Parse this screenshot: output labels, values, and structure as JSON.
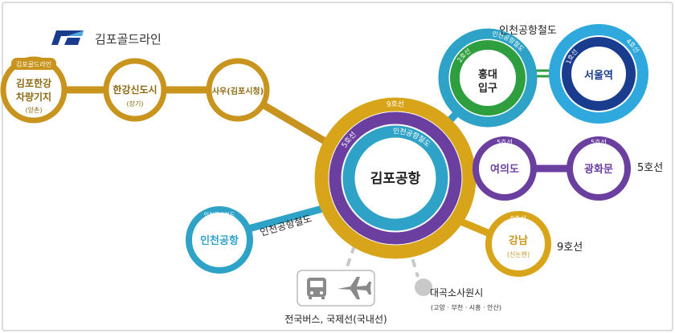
{
  "brand": {
    "name": "김포골드라인",
    "logo_icon": "gimpo-goldline-logo-icon"
  },
  "colors": {
    "gold_line": "#C9941E",
    "line9": "#D8A51A",
    "line5": "#6B3FA0",
    "airport_railroad": "#2FA3C7",
    "line2": "#2E9E3E",
    "line4": "#2FA9DD",
    "line1": "#1A3C8F",
    "dashed": "#C8C8C8"
  },
  "top_label": "인천공항철도",
  "airport_rail_label": "인천공항철도",
  "line5_label": "5호선",
  "line9_label": "9호선",
  "stations": {
    "yangchon": {
      "tag": "김포골드라인",
      "name1": "김포한강",
      "name2": "차량기지",
      "sub": "(양촌)"
    },
    "hangang": {
      "name": "한강신도시",
      "sub": "(장기)"
    },
    "sau": {
      "name": "사우(김포시청)"
    },
    "gimpo": {
      "name": "김포공항",
      "ring_outer": "9호선",
      "ring_mid": "5호선",
      "ring_inner": "인천공항철도"
    },
    "hongdae": {
      "name1": "홍대",
      "name2": "입구",
      "ring_outer": "인천공항철도",
      "ring_inner": "2호선"
    },
    "seoul": {
      "name": "서울역",
      "ring_outer": "4호선",
      "ring_mid": "1호선"
    },
    "yeouido": {
      "name": "여의도",
      "tag": "5호선"
    },
    "gwanghwamun": {
      "name": "광화문",
      "tag": "5호선"
    },
    "incheon": {
      "name": "인천공항",
      "tag": "인천공항철도"
    },
    "gangnam": {
      "name": "강남",
      "sub": "(신논현)",
      "tag": "9호선"
    }
  },
  "transfer": {
    "label": "전국버스, 국제선(국내선)",
    "bus_icon": "bus-icon",
    "plane_icon": "airplane-icon"
  },
  "daegok": {
    "name": "대곡소사원시",
    "sub": "(고양 · 부천 · 시흥 · 안산)"
  }
}
